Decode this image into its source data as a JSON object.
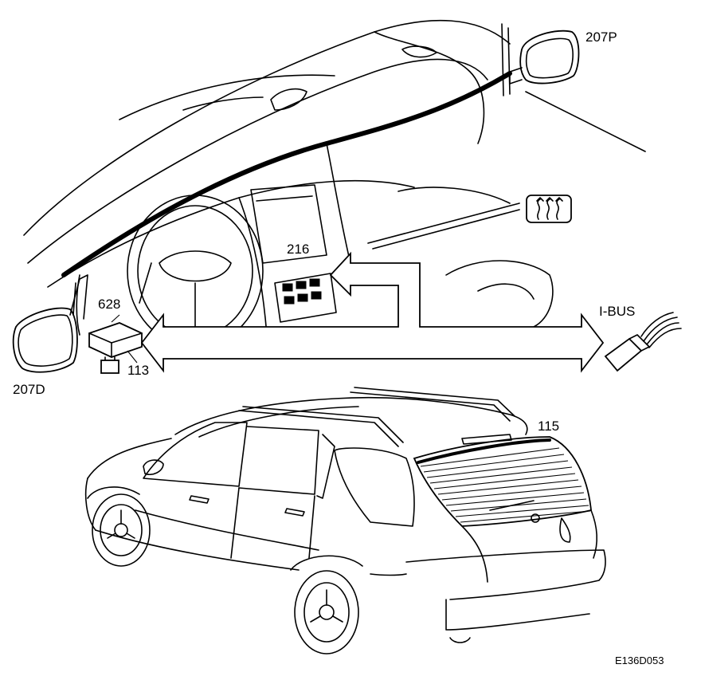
{
  "labels": {
    "mirror_passenger": "207P",
    "mirror_driver": "207D",
    "module_628": "628",
    "connector_113": "113",
    "control_panel": "216",
    "ibus": "I-BUS",
    "rear_window": "115",
    "figure_id": "E136D053"
  },
  "icons": {
    "rear_defrost": "rear-window-defrost-icon"
  }
}
